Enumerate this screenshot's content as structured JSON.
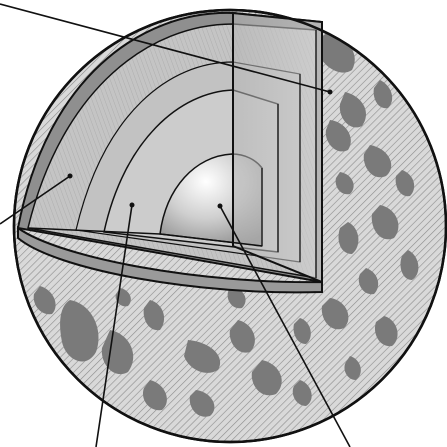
{
  "diagram": {
    "subject": "cutaway-sphere-layers",
    "style": "greyscale-engraving",
    "layers": [
      {
        "id": "crust",
        "shade": "#8f8f8f"
      },
      {
        "id": "mantle",
        "shade": "#bdbdbd"
      },
      {
        "id": "outer-core",
        "shade": "#cccccc"
      },
      {
        "id": "inner-core",
        "shade": "#e6e6e6"
      }
    ],
    "leader_lines": [
      {
        "id": "leader-top-left"
      },
      {
        "id": "leader-left"
      },
      {
        "id": "leader-bottom-middle"
      },
      {
        "id": "leader-bottom-right"
      }
    ]
  },
  "colors": {
    "surface": "#d9d9d9",
    "surface_hatch": "#8c8c8c",
    "patch": "#7a7a7a",
    "line": "#111111"
  }
}
